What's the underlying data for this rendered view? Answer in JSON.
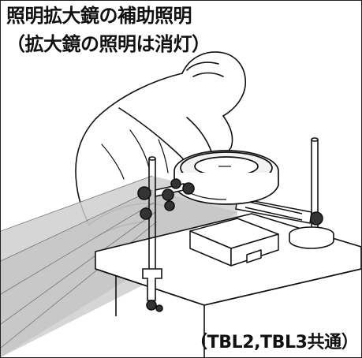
{
  "illustration": {
    "title_line1": "照明拡大鏡の補助照明",
    "title_line2": "（拡大鏡の照明は消灯）",
    "model_note": "（TBL2,TBL3共通）",
    "colors": {
      "ink": "#111111",
      "light_beam": "#cfcfcf",
      "light_beam_dark": "#a9a9a9",
      "lens": "#f2f2f2",
      "background": "#ffffff"
    }
  }
}
